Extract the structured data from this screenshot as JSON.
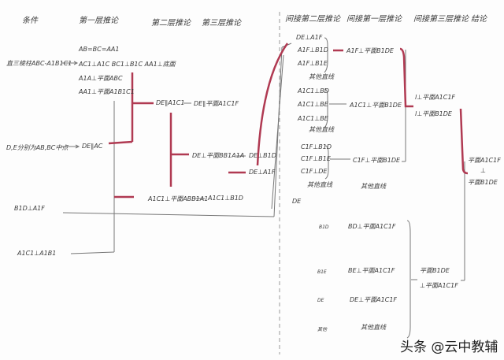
{
  "headers": [
    "条件",
    "第一层推论",
    "第二层推论",
    "第三层推论",
    "间接第二层推论",
    "间接第一层推论",
    "间接第三层推论",
    "结论"
  ],
  "conditions": [
    "直三棱柱ABC-A1B1C1",
    "D,E分别为AB,BC中点",
    "B1D⊥A1F",
    "A1C1⊥A1B1"
  ],
  "first_layer": [
    "AB=BC=AA1",
    "AC1⊥A1C  BC1⊥B1C  AA1⊥底面",
    "A1A⊥平面ABC",
    "AA1⊥平面A1B1C1",
    "DE∥AC"
  ],
  "second_layer": [
    "DE∥A1C1",
    "DE∥平面A1C1F",
    "DE⊥平面BB1A1A",
    "A1C1⊥平面ABB1A1",
    "A1C1⊥B1D"
  ],
  "third_layer": [
    "DE⊥B1D",
    "DE⊥A1F"
  ],
  "indirect_group1": [
    "DE⊥A1F",
    "A1F⊥B1D",
    "A1F⊥B1E",
    "其他直线"
  ],
  "indirect_group1_result": "A1F⊥平面B1DE",
  "indirect_group2": [
    "A1C1⊥BD",
    "A1C1⊥BE",
    "A1C1⊥BE",
    "其他直线"
  ],
  "indirect_group2_result": "A1C1⊥平面B1DE",
  "indirect_group3": [
    "C1F⊥B1D",
    "C1F⊥B1E",
    "C1F⊥DE",
    "其他直线"
  ],
  "indirect_group3_result": "C1F⊥平面B1DE",
  "other_lines": "其他直线",
  "indirect_third": [
    "l⊥平面A1C1F",
    "l⊥平面B1DE"
  ],
  "conclusion": [
    "平面A1C1F",
    "⊥",
    "平面B1DE"
  ],
  "de_label": "DE",
  "lower_group": [
    {
      "pre": "B1D",
      "text": "BD⊥平面A1C1F"
    },
    {
      "pre": "B1E",
      "text": "BE⊥平面A1C1F"
    },
    {
      "pre": "DE",
      "text": "DE⊥平面A1C1F"
    },
    {
      "pre": "其他",
      "text": "其他直线"
    }
  ],
  "lower_result": [
    "平面B1DE",
    "⊥平面A1C1F"
  ],
  "watermark": "头条 @云中教辅",
  "colors": {
    "accent": "#b03a52",
    "pen": "#555555"
  }
}
